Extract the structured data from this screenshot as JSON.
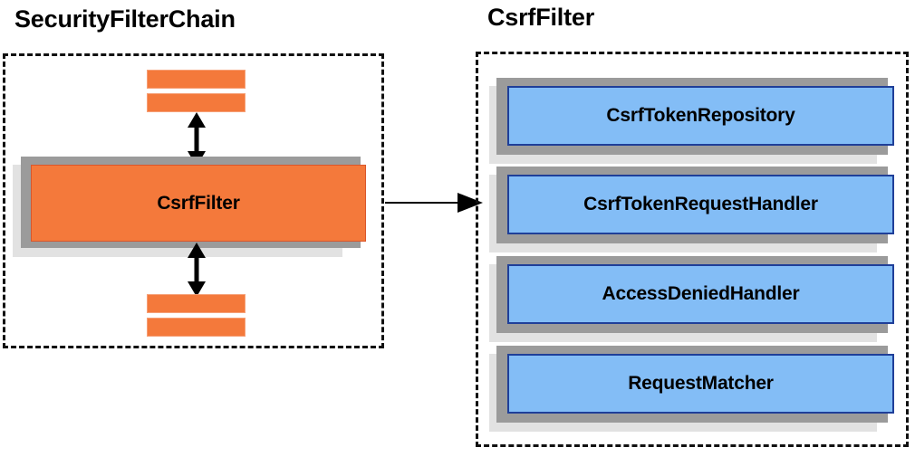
{
  "diagram": {
    "left_panel": {
      "title": "SecurityFilterChain",
      "filter_box": {
        "label": "CsrfFilter"
      },
      "top_bars": [
        "filter-bar-top-1",
        "filter-bar-top-2"
      ],
      "bottom_bars": [
        "filter-bar-bottom-1",
        "filter-bar-bottom-2"
      ],
      "arrows": [
        "double-arrow-up",
        "double-arrow-down"
      ]
    },
    "right_panel": {
      "title": "CsrfFilter",
      "components": [
        {
          "label": "CsrfTokenRepository"
        },
        {
          "label": "CsrfTokenRequestHandler"
        },
        {
          "label": "AccessDeniedHandler"
        },
        {
          "label": "RequestMatcher"
        }
      ]
    },
    "connector": {
      "name": "expand-arrow"
    },
    "colors": {
      "orange_fill": "#f4793b",
      "orange_border": "#d9562a",
      "blue_fill": "#83bdf6",
      "blue_border": "#1f3f99",
      "shadow_dark": "#9b9b9b",
      "shadow_light": "#e2e2e2",
      "outline": "#111111",
      "background": "#ffffff"
    }
  }
}
